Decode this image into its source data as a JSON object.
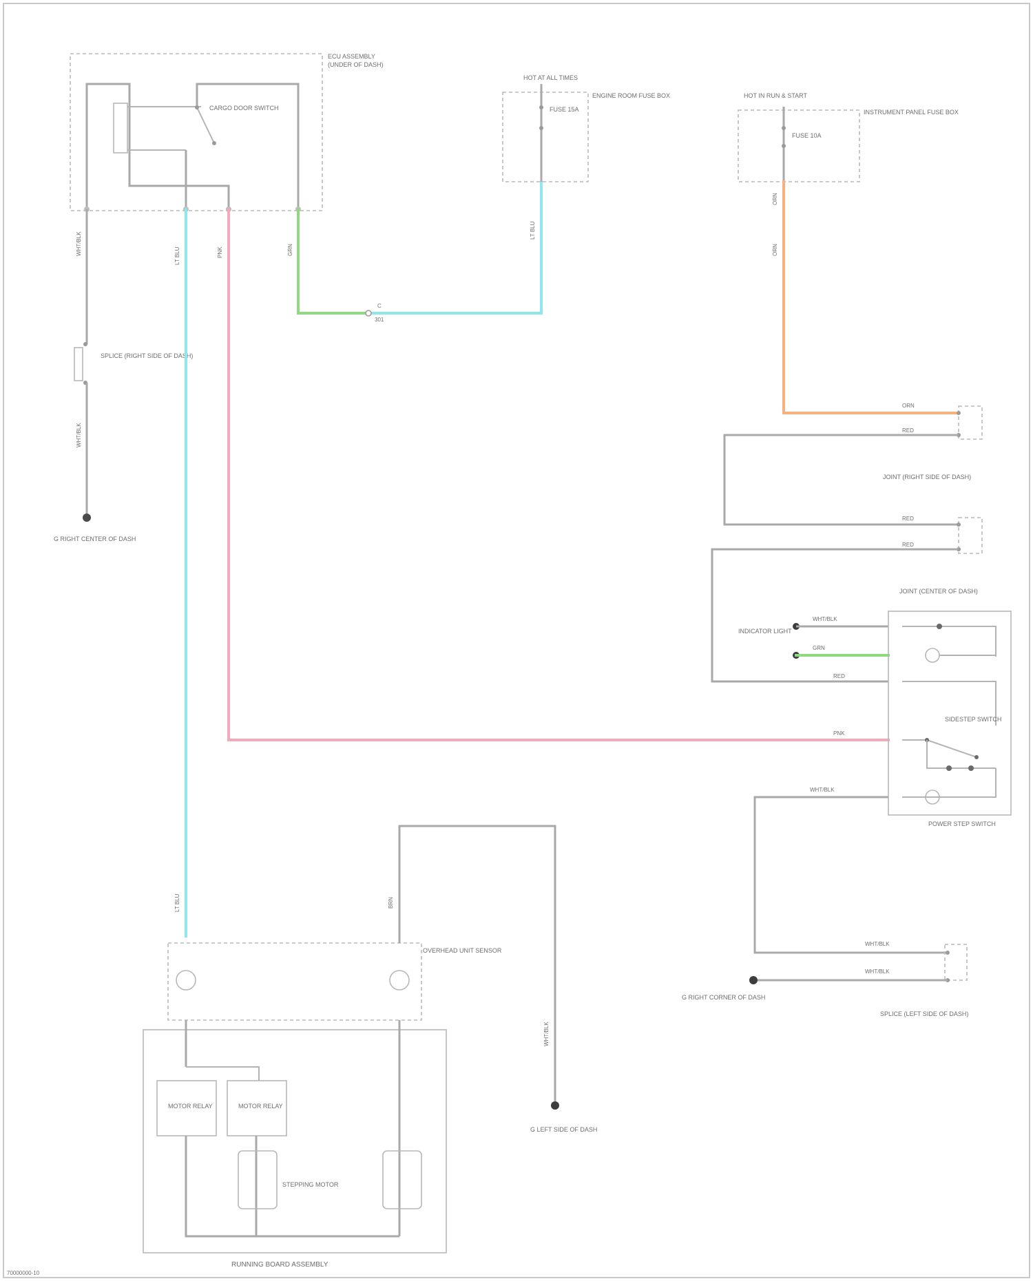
{
  "wire_colors": {
    "blue": "#8fe6ef",
    "pink": "#f2aab8",
    "green": "#8fd97f",
    "orange": "#f5b17e",
    "gray": "#a9a9a9"
  },
  "components": {
    "ecu_assembly": "ECU ASSEMBLY",
    "ecu_note": "(UNDER OF DASH)",
    "cargo_door_switch": "CARGO DOOR SWITCH",
    "hot_at_all_times": "HOT AT ALL TIMES",
    "fuse_box_left": "ENGINE ROOM FUSE BOX",
    "fuse_left_name": "FUSE 15A",
    "hot_in_run": "HOT IN RUN & START",
    "fuse_box_right": "INSTRUMENT PANEL FUSE BOX",
    "fuse_right_name": "FUSE 10A",
    "splice_left": "SPLICE (RIGHT SIDE OF DASH)",
    "ground_left": "G RIGHT CENTER OF DASH",
    "junction_top": "JOINT (RIGHT SIDE OF DASH)",
    "junction_mid": "JOINT (CENTER OF DASH)",
    "indicator_light": "INDICATOR LIGHT",
    "sidestep_switch": "SIDESTEP SWITCH",
    "power_switch_box": "POWER STEP SWITCH",
    "splice_bottom_right": "SPLICE (LEFT SIDE OF DASH)",
    "ground_bottom_right": "G RIGHT CORNER OF DASH",
    "motor_connector": "OVERHEAD UNIT SENSOR",
    "ground_bottom_mid": "G LEFT SIDE OF DASH",
    "motor_relay_1": "MOTOR RELAY",
    "motor_relay_2": "MOTOR RELAY",
    "stepping_motor": "STEPPING MOTOR",
    "running_board_assy": "RUNNING BOARD ASSEMBLY"
  },
  "wires": {
    "ecu_gnd": "WHT/BLK",
    "splice_gnd": "WHT/BLK",
    "ecu_blue": "LT BLU",
    "ecu_pink": "PNK",
    "ecu_green": "GRN",
    "fuse_left_out": "LT BLU",
    "junction_c": "C",
    "junction_num": "301",
    "fuse_right_out1": "ORN",
    "fuse_right_out2": "ORN",
    "row_orn": "ORN",
    "row_red1": "RED",
    "row_red2": "RED",
    "row_red3": "RED",
    "row_wht1": "WHT/BLK",
    "row_grn": "GRN",
    "row_red4": "RED",
    "row_pnk": "PNK",
    "row_wht2": "WHT/BLK",
    "row_wht3": "WHT/BLK",
    "row_wht4": "WHT/BLK",
    "motor_blue": "LT BLU",
    "motor_brn": "BRN",
    "motor_gnd": "WHT/BLK"
  },
  "footer": {
    "code": "70000000-10"
  }
}
